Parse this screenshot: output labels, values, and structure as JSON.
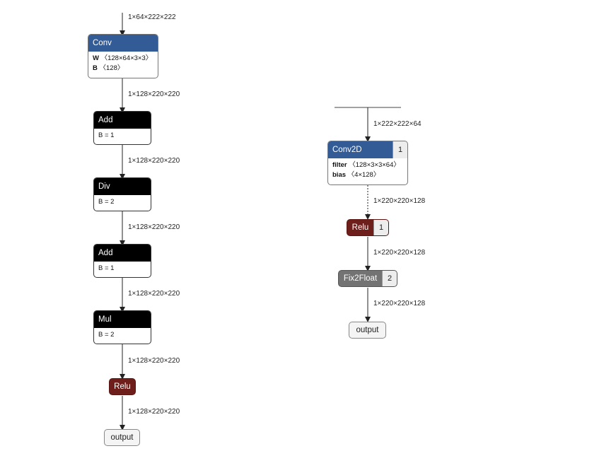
{
  "left_graph": {
    "input_label": "1×64×222×222",
    "conv": {
      "title": "Conv",
      "attr1_key": "W",
      "attr1_val": "〈128×64×3×3〉",
      "attr2_key": "B",
      "attr2_val": "〈128〉"
    },
    "edge1": "1×128×220×220",
    "add1": {
      "title": "Add",
      "attr": "B = 1"
    },
    "edge2": "1×128×220×220",
    "div": {
      "title": "Div",
      "attr": "B = 2"
    },
    "edge3": "1×128×220×220",
    "add2": {
      "title": "Add",
      "attr": "B = 1"
    },
    "edge4": "1×128×220×220",
    "mul": {
      "title": "Mul",
      "attr": "B = 2"
    },
    "edge5": "1×128×220×220",
    "relu": {
      "title": "Relu"
    },
    "edge6": "1×128×220×220",
    "output": "output"
  },
  "right_graph": {
    "input_label": "1×222×222×64",
    "conv2d": {
      "title": "Conv2D",
      "badge": "1",
      "attr1_key": "filter",
      "attr1_val": "〈128×3×3×64〉",
      "attr2_key": "bias",
      "attr2_val": "〈4×128〉"
    },
    "edge1": "1×220×220×128",
    "relu": {
      "title": "Relu",
      "badge": "1"
    },
    "edge2": "1×220×220×128",
    "fix2float": {
      "title": "Fix2Float",
      "badge": "2"
    },
    "edge3": "1×220×220×128",
    "output": "output"
  },
  "colors": {
    "conv_header": "#335b96",
    "op_header": "#000000",
    "relu": "#6e1f1b",
    "fix2float": "#737373",
    "output_fill": "#f4f4f4"
  }
}
